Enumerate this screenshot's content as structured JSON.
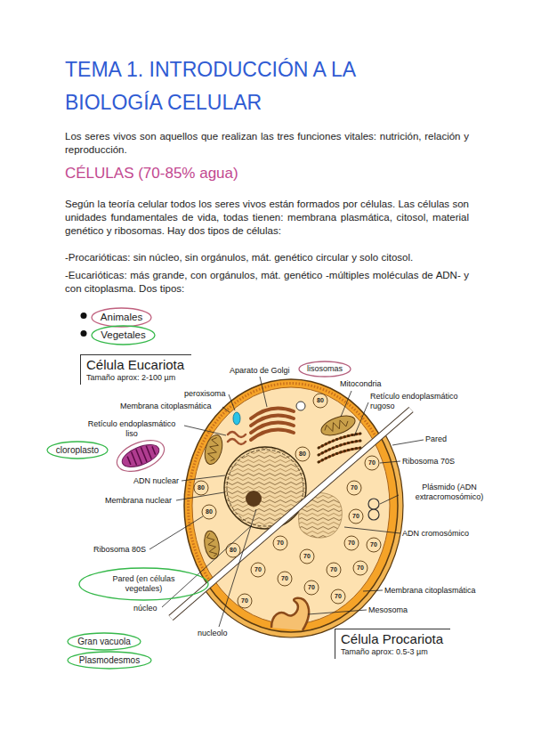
{
  "diagram": {
    "title": "TEMA 1. INTRODUCCIÓN A LA BIOLOGÍA CELULAR",
    "nodes": [
      {
        "text": [
          "Animales"
        ]
      },
      {
        "text": [
          "Vegetales"
        ]
      },
      {
        "text": [
          "Célula Eucariota",
          "Tamaño aprox: 2-100 µm"
        ]
      },
      {
        "text": [
          "lisosomas"
        ]
      },
      {
        "text": [
          "cloroplasto"
        ]
      },
      {
        "text": [
          "Pared (en células vegetales)"
        ]
      },
      {
        "text": [
          "Célula Procariota",
          "Tamaño aprox: 0.5-3 µm"
        ]
      },
      {
        "text": [
          "Gran vacuola"
        ]
      },
      {
        "text": [
          "Plasmodesmos"
        ]
      }
    ],
    "labels": [
      "Los seres vivos son aquellos que realizan las tres funciones vitales: nutrición, relación y reproducción.",
      "CÉLULAS (70-85% agua)",
      "Según la teoría celular todos los seres vivos están formados por células. Las células son unidades fundamentales de vida, todas tienen: membrana plasmática, citosol, material genético y ribosomas. Hay dos tipos de células:",
      "-Procarióticas: sin núcleo, sin orgánulos, mát. genético circular y solo citosol.",
      "-Eucarióticas: más grande, con orgánulos, mát. genético -múltiples moléculas de ADN- y con citoplasma. Dos tipos:",
      "Aparato de Golgi",
      "peroxisoma",
      "Mitocondria",
      "Membrana citoplasmática",
      "Retículo endoplasmático rugoso",
      "Retículo endoplasmático liso",
      "Pared",
      "Ribosoma 70S",
      "ADN nuclear",
      "Plásmido (ADN extracromosómico)",
      "Membrana nuclear",
      "ADN cromosómico",
      "Ribosoma 80S",
      "núcleo",
      "Membrana citoplasmática",
      "Mesosoma",
      "nucleolo",
      "80",
      "80",
      "80",
      "80",
      "80",
      "70",
      "70",
      "70",
      "70",
      "70",
      "70",
      "70",
      "70",
      "70",
      "70",
      "70",
      "70",
      "70",
      "70"
    ]
  }
}
